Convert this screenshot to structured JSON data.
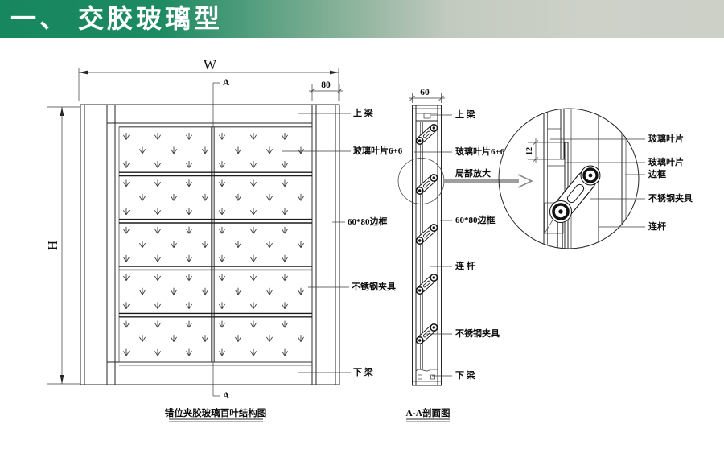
{
  "banner": {
    "title": "一、 交胶玻璃型",
    "bg_left_color": "#1a8a62",
    "bg_right_color": "#cdd1c8",
    "text_color": "#ffffff"
  },
  "front_view": {
    "title": "错位夹胶玻璃百叶结构图",
    "dims": {
      "width": "W",
      "height": "H",
      "right_column": "80"
    },
    "section_marker_top": "A",
    "section_marker_bottom": "A",
    "labels": {
      "top_beam": "上 梁",
      "glass_blade": "玻璃叶片6+6",
      "frame": "60*80边框",
      "clamp": "不锈钢夹具",
      "bottom_beam": "下 梁"
    },
    "glass_pattern": {
      "rows": 5,
      "marks_per_row": 18
    }
  },
  "section_view": {
    "title": "A-A剖面图",
    "dims": {
      "top_width": "60"
    },
    "labels": {
      "top_beam": "上 梁",
      "glass_blade": "玻璃叶片6+6",
      "zoom_callout": "局部放大",
      "frame": "60*80边框",
      "rod": "连 杆",
      "clamp": "不锈钢夹具",
      "bottom_beam": "下 梁"
    }
  },
  "detail_view": {
    "dims": {
      "blade_offset": "12"
    },
    "labels": {
      "glass_blade_upper": "玻璃叶片",
      "glass_blade_lower": "玻璃叶片",
      "frame": "边框",
      "clamp": "不锈钢夹具",
      "rod": "连杆"
    }
  }
}
